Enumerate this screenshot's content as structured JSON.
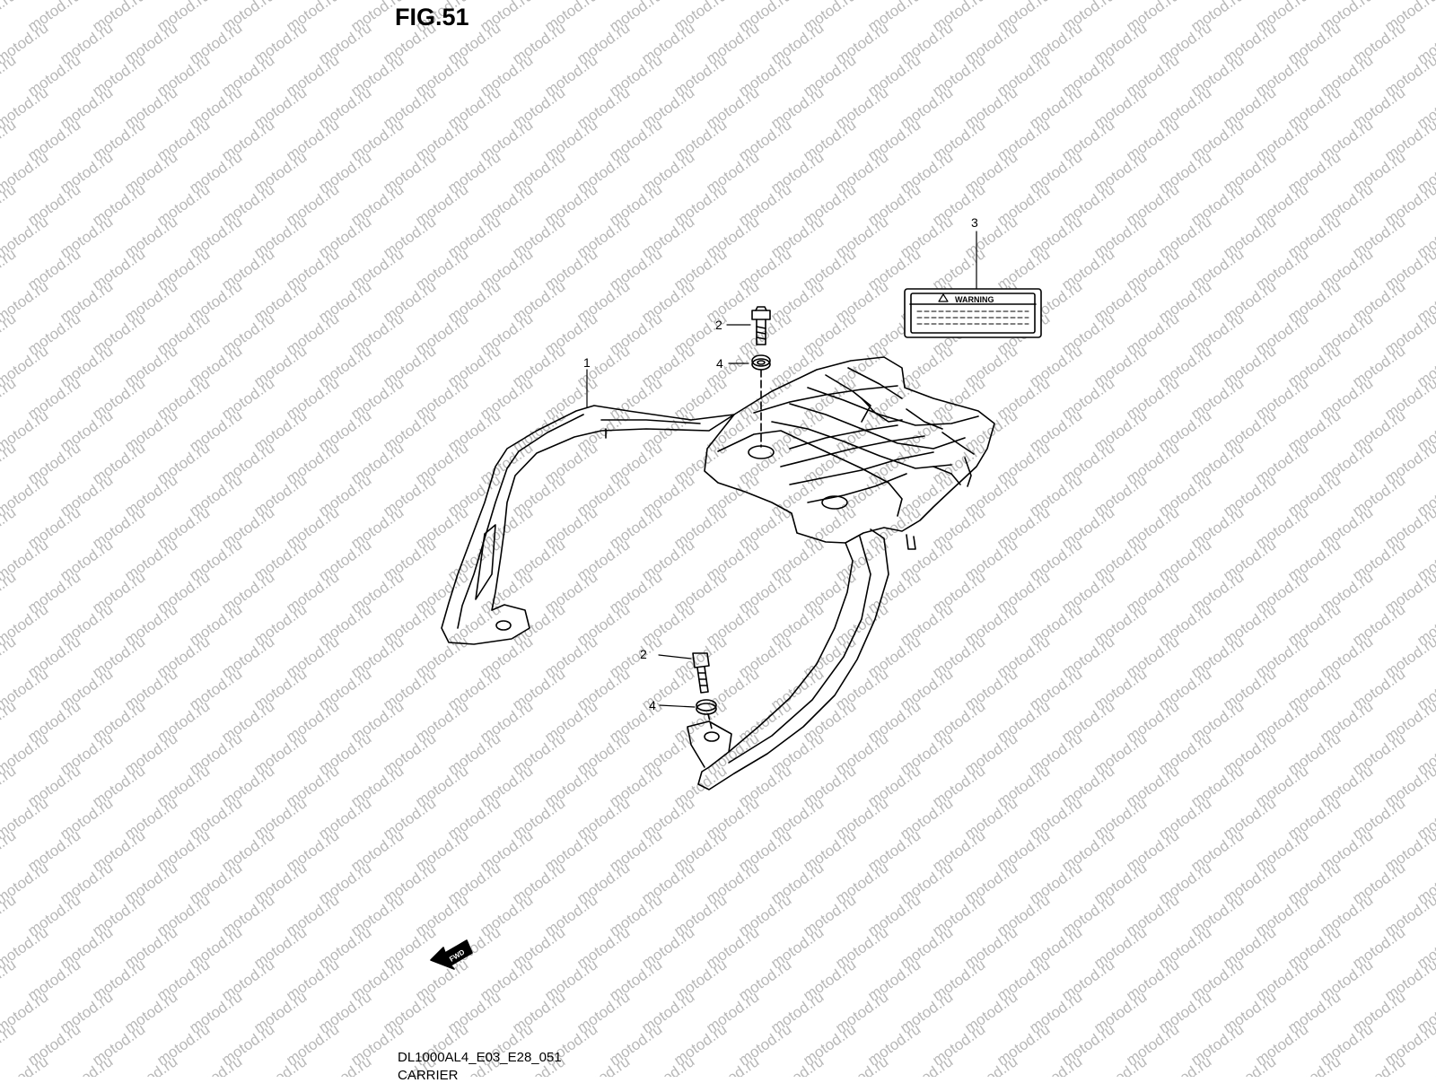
{
  "figure": {
    "title": "FIG.51"
  },
  "watermark": {
    "text": "motod.ru",
    "color": "#b8b8b8"
  },
  "callouts": [
    {
      "number": "1"
    },
    {
      "number": "2"
    },
    {
      "number": "4"
    },
    {
      "number": "3"
    },
    {
      "number": "2"
    },
    {
      "number": "4"
    }
  ],
  "warning_label": {
    "text": "WARNING"
  },
  "fwd_arrow": {
    "text": "FWD"
  },
  "footer": {
    "code": "DL1000AL4_E03_E28_051",
    "name": "CARRIER"
  }
}
